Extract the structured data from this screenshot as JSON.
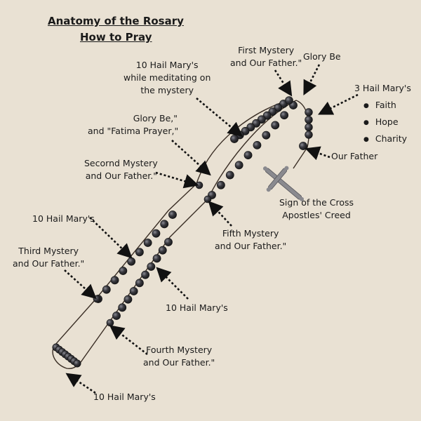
{
  "title": {
    "line1": "Anatomy of the Rosary",
    "line2": "How to Pray"
  },
  "labels": {
    "first_mystery": [
      "First Mystery",
      "and Our Father.\""
    ],
    "glory_be_top": "Glory Be",
    "three_hail_marys": "3 Hail Mary's",
    "virtues": [
      "Faith",
      "Hope",
      "Charity"
    ],
    "our_father": "Our Father",
    "sign_of_cross": [
      "Sign of the Cross",
      "Apostles' Creed"
    ],
    "ten_hail_marys_meditating": [
      "10 Hail Mary's",
      "while meditating on",
      "the mystery"
    ],
    "glory_be_fatima": [
      "Glory Be,\"",
      "and \"Fatima Prayer,\""
    ],
    "second_mystery": [
      "Secornd Mystery",
      "and Our Father.\""
    ],
    "fifth_mystery": [
      "Fifth Mystery",
      "and  Our Father.\""
    ],
    "ten_hail_marys_left": "10 Hail Mary's",
    "third_mystery": [
      "Third Mystery",
      "and  Our Father.\""
    ],
    "ten_hail_marys_mid": "10 Hail Mary's",
    "fourth_mystery": [
      "Fourth Mystery",
      "and  Our Father.\""
    ],
    "ten_hail_marys_bottom": "10 Hail Mary's"
  },
  "icons": {
    "crucifix": "crucifix-icon",
    "bead": "rosary-bead"
  },
  "colors": {
    "background": "#e9e1d3",
    "bead": "#2b2b30",
    "cord": "#3a2e25",
    "text": "#1a1a1a",
    "crucifix": "#8a8a8f"
  }
}
